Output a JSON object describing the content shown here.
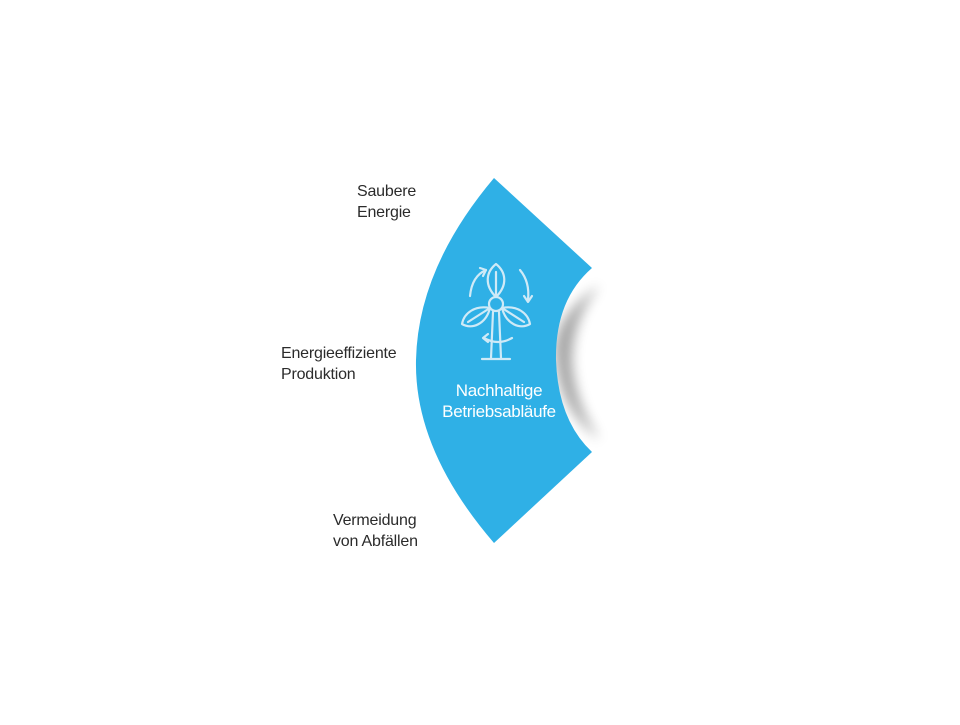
{
  "colors": {
    "segment_fill": "#2fb0e6",
    "icon_stroke": "#cfeaf7",
    "label_text": "#2b2b2b",
    "center_text": "#ffffff"
  },
  "center": {
    "icon": "wind-turbine-recycle-icon",
    "title_line1": "Nachhaltige",
    "title_line2": "Betriebsabläufe"
  },
  "labels": [
    {
      "line1": "Saubere",
      "line2": "Energie"
    },
    {
      "line1": "Energieeffiziente",
      "line2": "Produktion"
    },
    {
      "line1": "Vermeidung",
      "line2": "von Abfällen"
    }
  ]
}
